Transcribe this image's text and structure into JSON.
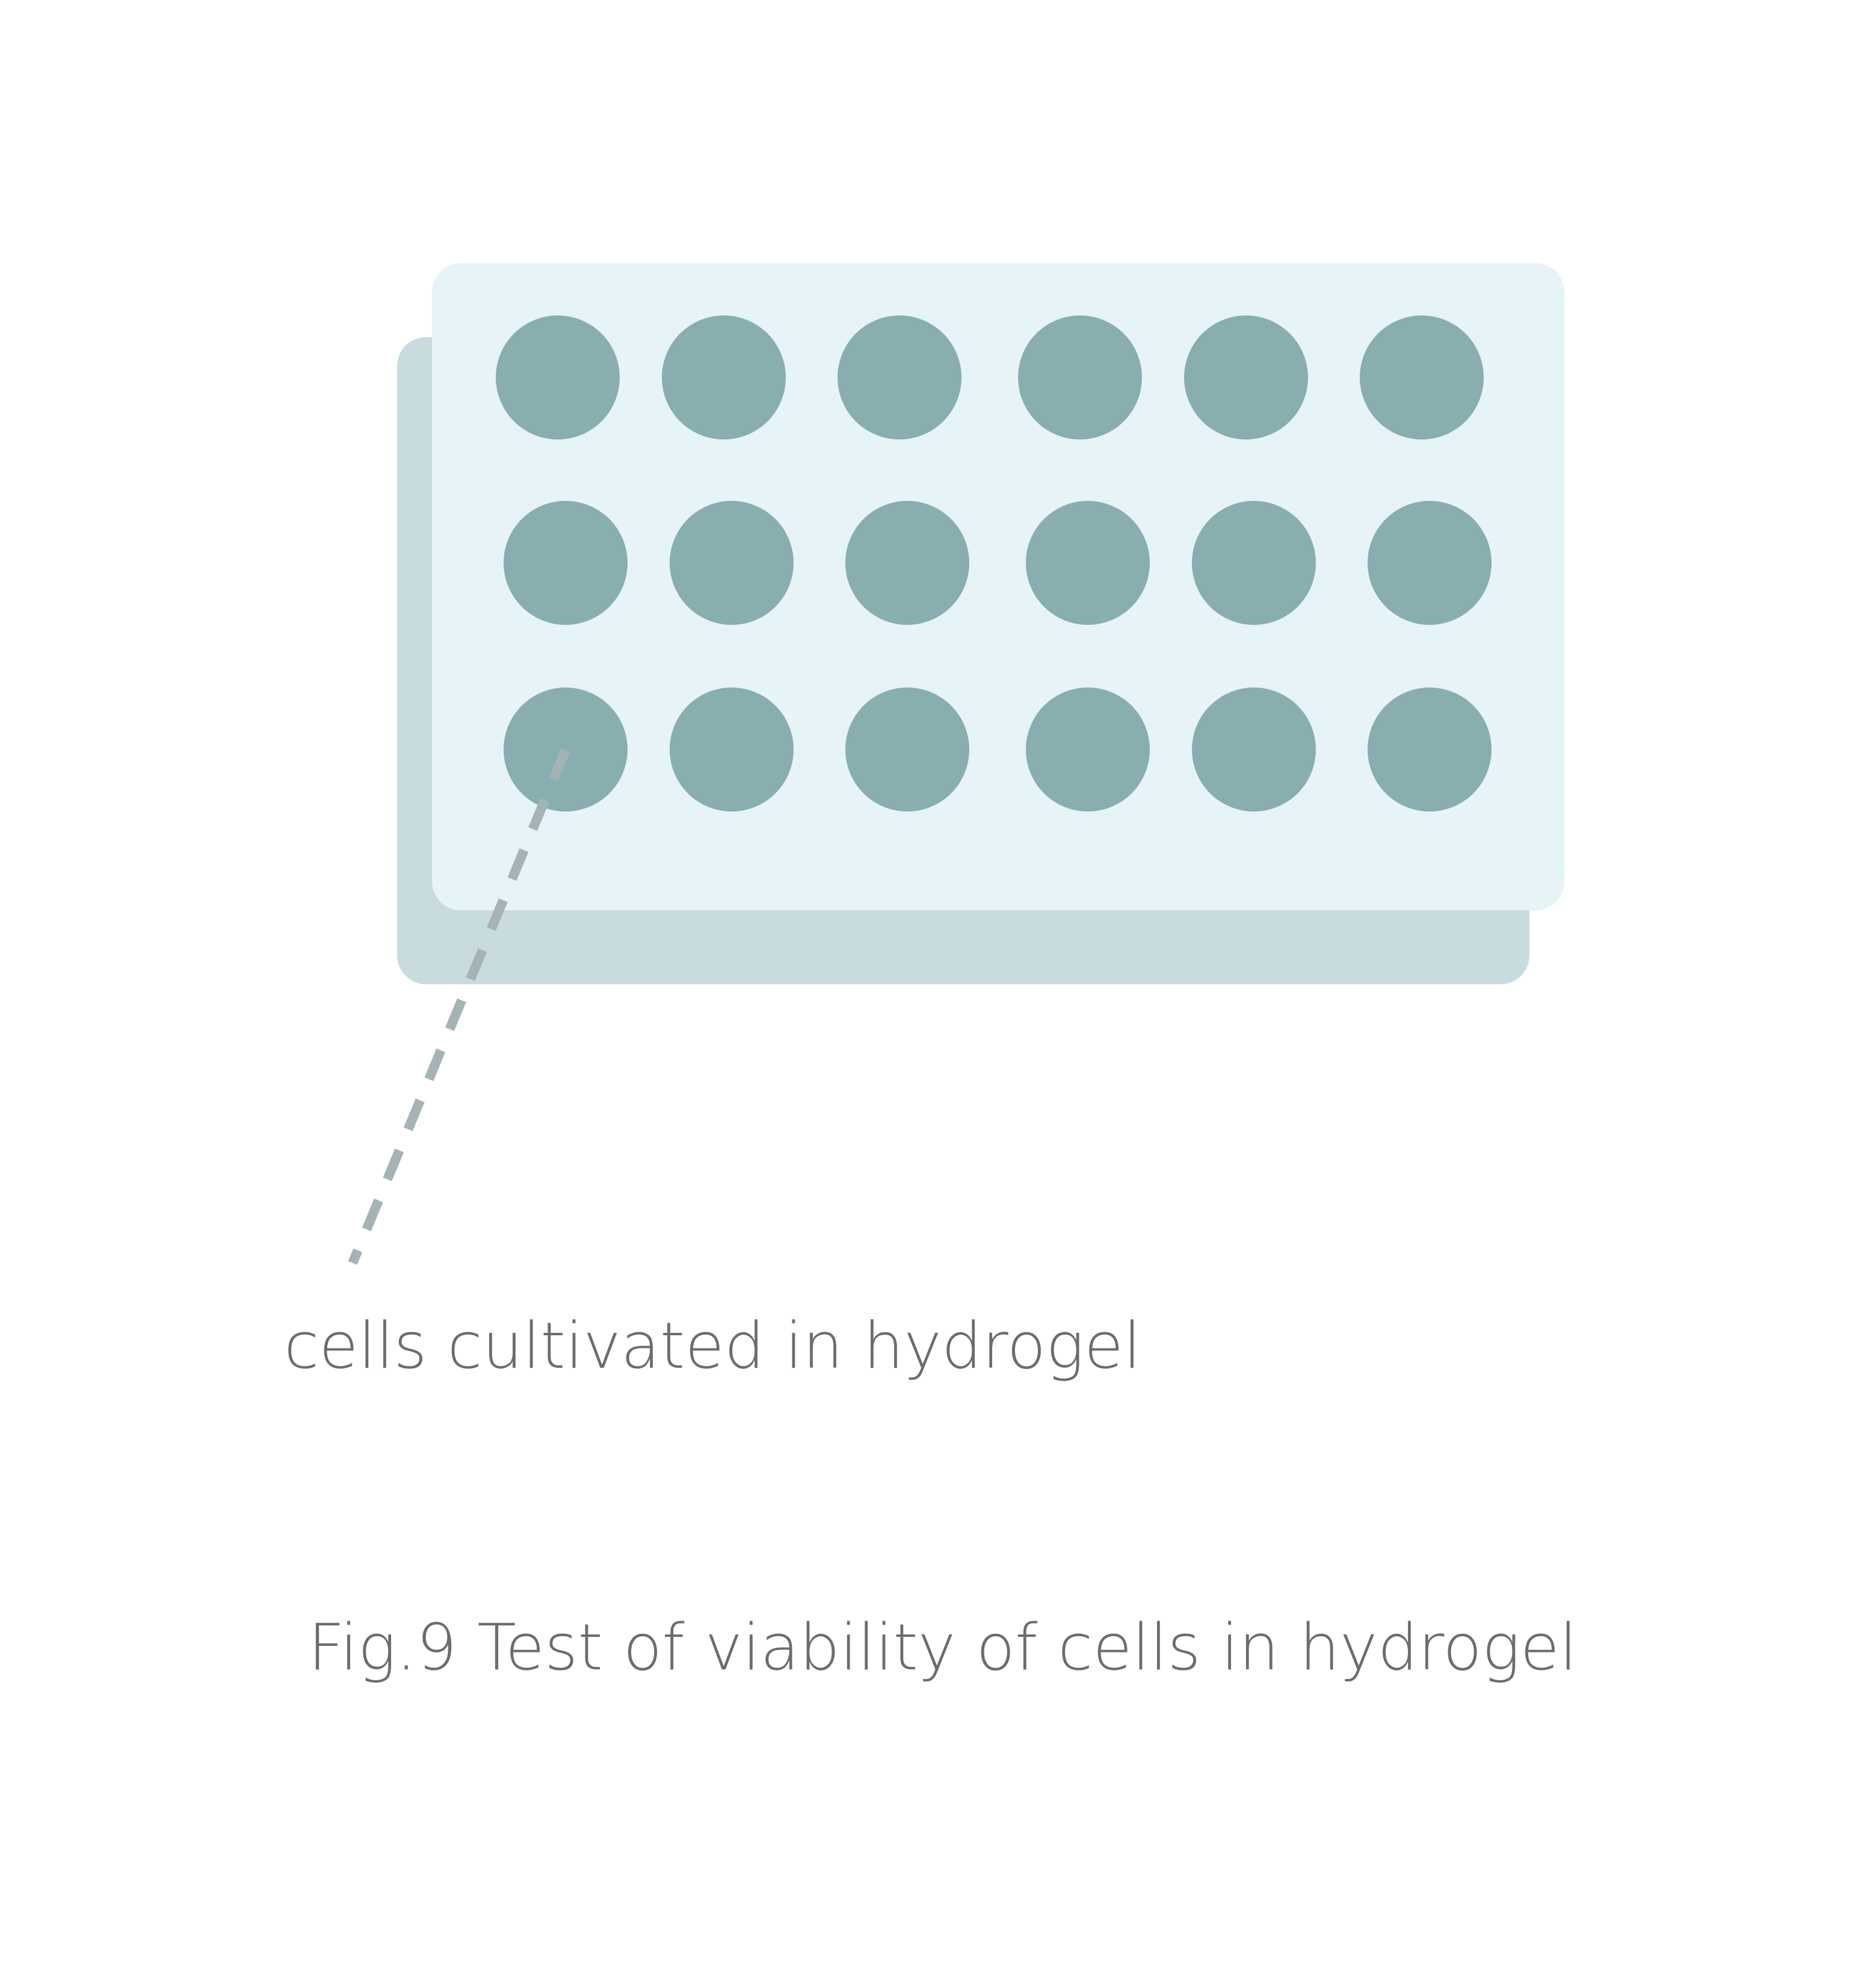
{
  "diagram": {
    "subject": "well plate",
    "well_grid": {
      "rows": 3,
      "columns": 6
    },
    "annotation_label": "cells cultivated in hydrogel",
    "caption": "Fig.9 Test of viability of cells in hydrogel"
  },
  "colors": {
    "background": "#ffffff",
    "plate_top": "#e6f3f7",
    "plate_shadow": "#c8dcdf",
    "well": "#89aeb0",
    "leader_line": "#a5b3b5",
    "text": "#6c6c6c"
  }
}
